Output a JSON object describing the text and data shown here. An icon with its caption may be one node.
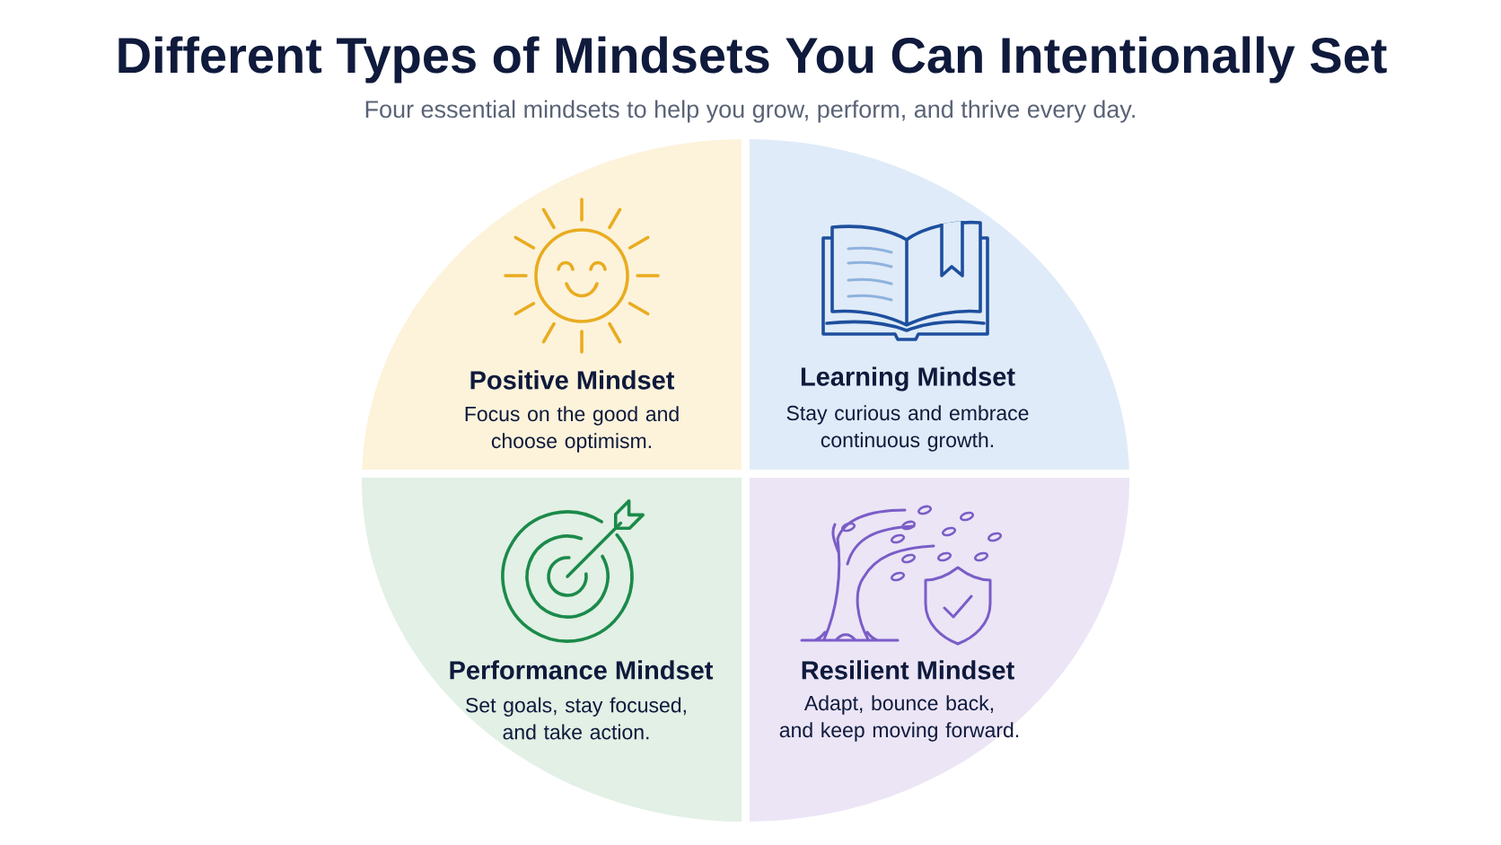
{
  "diagram": {
    "title": "Different Types of Mindsets You Can Intentionally Set",
    "nodes": [
      {
        "text": [
          "Positive Mindset",
          "Focus on the good and choose optimism."
        ]
      },
      {
        "text": [
          "Learning Mindset",
          "Stay curious and embrace continuous growth."
        ]
      },
      {
        "text": [
          "Performance Mindset",
          "Set goals, stay focused, and take action."
        ]
      },
      {
        "text": [
          "Resilient Mindset",
          "Adapt, bounce back, and keep moving forward."
        ]
      }
    ],
    "labels": [
      "Four essential mindsets to help you grow, perform, and thrive every day."
    ]
  }
}
